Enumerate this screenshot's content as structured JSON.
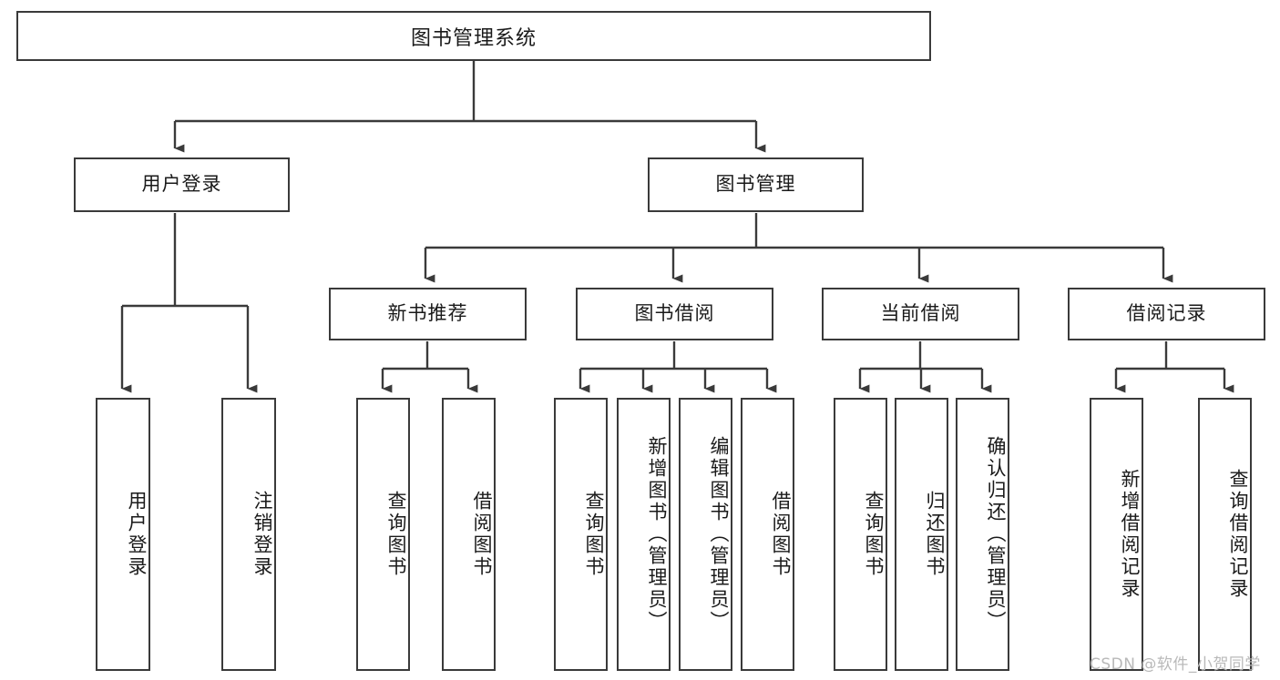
{
  "diagram": {
    "type": "tree",
    "title": "图书管理系统",
    "orientation": "top-down",
    "colors": {
      "box_border": "#3a3a3a",
      "box_fill": "#ffffff",
      "line": "#3a3a3a",
      "text": "#1a1a1a",
      "watermark": "#b9b9b9",
      "background": "#ffffff"
    },
    "levels": {
      "root": {
        "label": "图书管理系统"
      },
      "level2": [
        {
          "label": "用户登录"
        },
        {
          "label": "图书管理"
        }
      ],
      "level3": [
        {
          "label": "新书推荐"
        },
        {
          "label": "图书借阅"
        },
        {
          "label": "当前借阅"
        },
        {
          "label": "借阅记录"
        }
      ],
      "leaves": {
        "user_login": [
          {
            "label": "用户登录"
          },
          {
            "label": "注销登录"
          }
        ],
        "new_book_recommend": [
          {
            "label": "查询图书"
          },
          {
            "label": "借阅图书"
          }
        ],
        "book_borrow": [
          {
            "label": "查询图书"
          },
          {
            "label": "新增图书（管理员）"
          },
          {
            "label": "编辑图书（管理员）"
          },
          {
            "label": "借阅图书"
          }
        ],
        "current_borrow": [
          {
            "label": "查询图书"
          },
          {
            "label": "归还图书"
          },
          {
            "label": "确认归还（管理员）"
          }
        ],
        "borrow_record": [
          {
            "label": "新增借阅记录"
          },
          {
            "label": "查询借阅记录"
          }
        ]
      }
    },
    "edges": [
      {
        "from": "图书管理系统",
        "to": "用户登录"
      },
      {
        "from": "图书管理系统",
        "to": "图书管理"
      },
      {
        "from": "图书管理",
        "to": "新书推荐"
      },
      {
        "from": "图书管理",
        "to": "图书借阅"
      },
      {
        "from": "图书管理",
        "to": "当前借阅"
      },
      {
        "from": "图书管理",
        "to": "借阅记录"
      },
      {
        "from": "用户登录",
        "to": "用户登录"
      },
      {
        "from": "用户登录",
        "to": "注销登录"
      },
      {
        "from": "新书推荐",
        "to": "查询图书"
      },
      {
        "from": "新书推荐",
        "to": "借阅图书"
      },
      {
        "from": "图书借阅",
        "to": "查询图书"
      },
      {
        "from": "图书借阅",
        "to": "新增图书（管理员）"
      },
      {
        "from": "图书借阅",
        "to": "编辑图书（管理员）"
      },
      {
        "from": "图书借阅",
        "to": "借阅图书"
      },
      {
        "from": "当前借阅",
        "to": "查询图书"
      },
      {
        "from": "当前借阅",
        "to": "归还图书"
      },
      {
        "from": "当前借阅",
        "to": "确认归还（管理员）"
      },
      {
        "from": "借阅记录",
        "to": "新增借阅记录"
      },
      {
        "from": "借阅记录",
        "to": "查询借阅记录"
      }
    ]
  },
  "watermark": {
    "text": "CSDN @软件_小贺同学"
  }
}
